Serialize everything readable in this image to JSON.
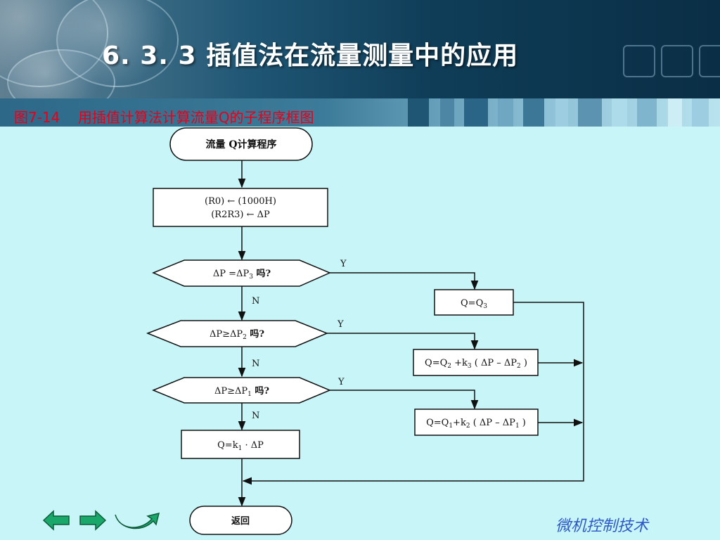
{
  "slide": {
    "title": "6. 3. 3  插值法在流量测量中的应用",
    "caption": "图7-14    用插值计算法计算流量Q的子程序框图",
    "footer": "微机控制技术",
    "colors": {
      "header_dark": "#0a2e45",
      "background": "#c8f6f8",
      "caption_red": "#e6001a",
      "footer_blue": "#2e58c8",
      "nav_green": "#1aa86a"
    }
  },
  "flow": {
    "start": "流量 Q计算程序",
    "init_line1": "(R0) ← (1000H)",
    "init_line2": "(R2R3) ←  ΔP",
    "d1": {
      "text": "ΔP =ΔP",
      "sub": "3",
      "q": " 吗?"
    },
    "d2": {
      "text": "ΔP≥ΔP",
      "sub": "2",
      "q": " 吗?"
    },
    "d3": {
      "text": "ΔP≥ΔP",
      "sub": "1",
      "q": " 吗?"
    },
    "yes": "Y",
    "no": "N",
    "box_q3": {
      "a": "Q=Q",
      "a_sub": "3"
    },
    "box_q2": {
      "a": "Q=Q",
      "a_sub": "2",
      "b": " +k",
      "b_sub": "3",
      "c": " ( ΔP – ΔP",
      "c_sub": "2",
      "d": " )"
    },
    "box_q1": {
      "a": "Q=Q",
      "a_sub": "1",
      "b": "+k",
      "b_sub": "2",
      "c": " ( ΔP – ΔP",
      "c_sub": "1",
      "d": " )"
    },
    "box_k1": {
      "a": "Q=k",
      "a_sub": "1",
      "b": " · ΔP"
    },
    "end": "返回"
  },
  "nav": {
    "icons": [
      "arrow-left-icon",
      "arrow-right-icon",
      "return-arrow-icon"
    ]
  }
}
